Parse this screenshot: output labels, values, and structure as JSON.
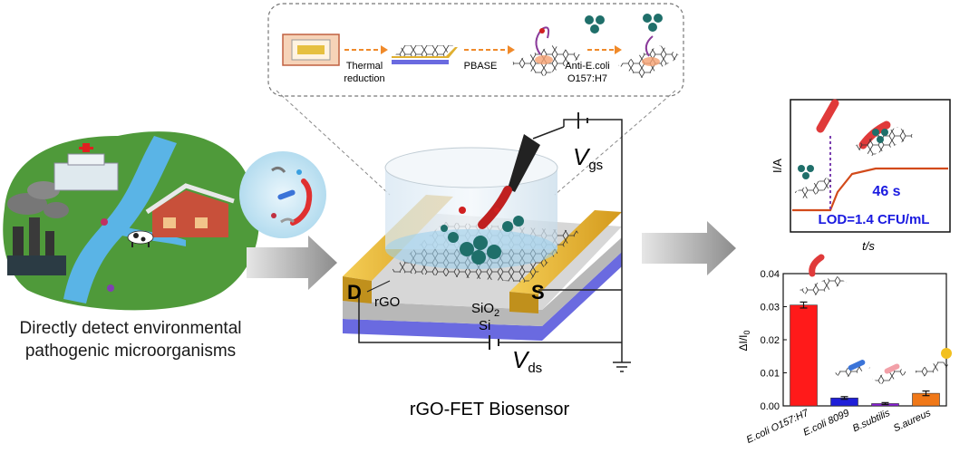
{
  "left_panel": {
    "caption_line1": "Directly detect environmental",
    "caption_line2": "pathogenic microorganisms"
  },
  "fabrication": {
    "steps": [
      "Thermal",
      "reduction",
      "PBASE",
      "Anti-E.coli",
      "O157:H7"
    ]
  },
  "device": {
    "title": "rGO-FET Biosensor",
    "drain": "D",
    "source": "S",
    "rgo_label": "rGO",
    "sio2_label": "SiO",
    "sio2_sub": "2",
    "si_label": "Si",
    "vgs_label": "V",
    "vgs_sub": "gs",
    "vds_label": "V",
    "vds_sub": "ds"
  },
  "response_panel": {
    "ylabel": "I/A",
    "xlabel": "t/s",
    "time_text": "46 s",
    "lod_text": "LOD=1.4 CFU/mL"
  },
  "colors": {
    "ecoli_o157": "#ff1a1a",
    "ecoli_8099": "#1f1fd8",
    "b_subtilis": "#8a1fd8",
    "s_aureus": "#f07818",
    "gold_electrode": "#e8b838",
    "si_substrate": "#6a6ae0",
    "land": "#4f9a3a"
  },
  "chart_data": {
    "type": "bar",
    "categories": [
      "E.coli O157:H7",
      "E.coli 8099",
      "B.subtilis",
      "S.aureus"
    ],
    "values": [
      0.0305,
      0.0024,
      0.0007,
      0.0038
    ],
    "errors": [
      0.0009,
      0.0004,
      0.0003,
      0.0007
    ],
    "ylabel": "ΔI/I",
    "ylabel_sub": "0",
    "ylim": [
      0,
      0.04
    ],
    "yticks": [
      "0.00",
      "0.01",
      "0.02",
      "0.03",
      "0.04"
    ]
  }
}
